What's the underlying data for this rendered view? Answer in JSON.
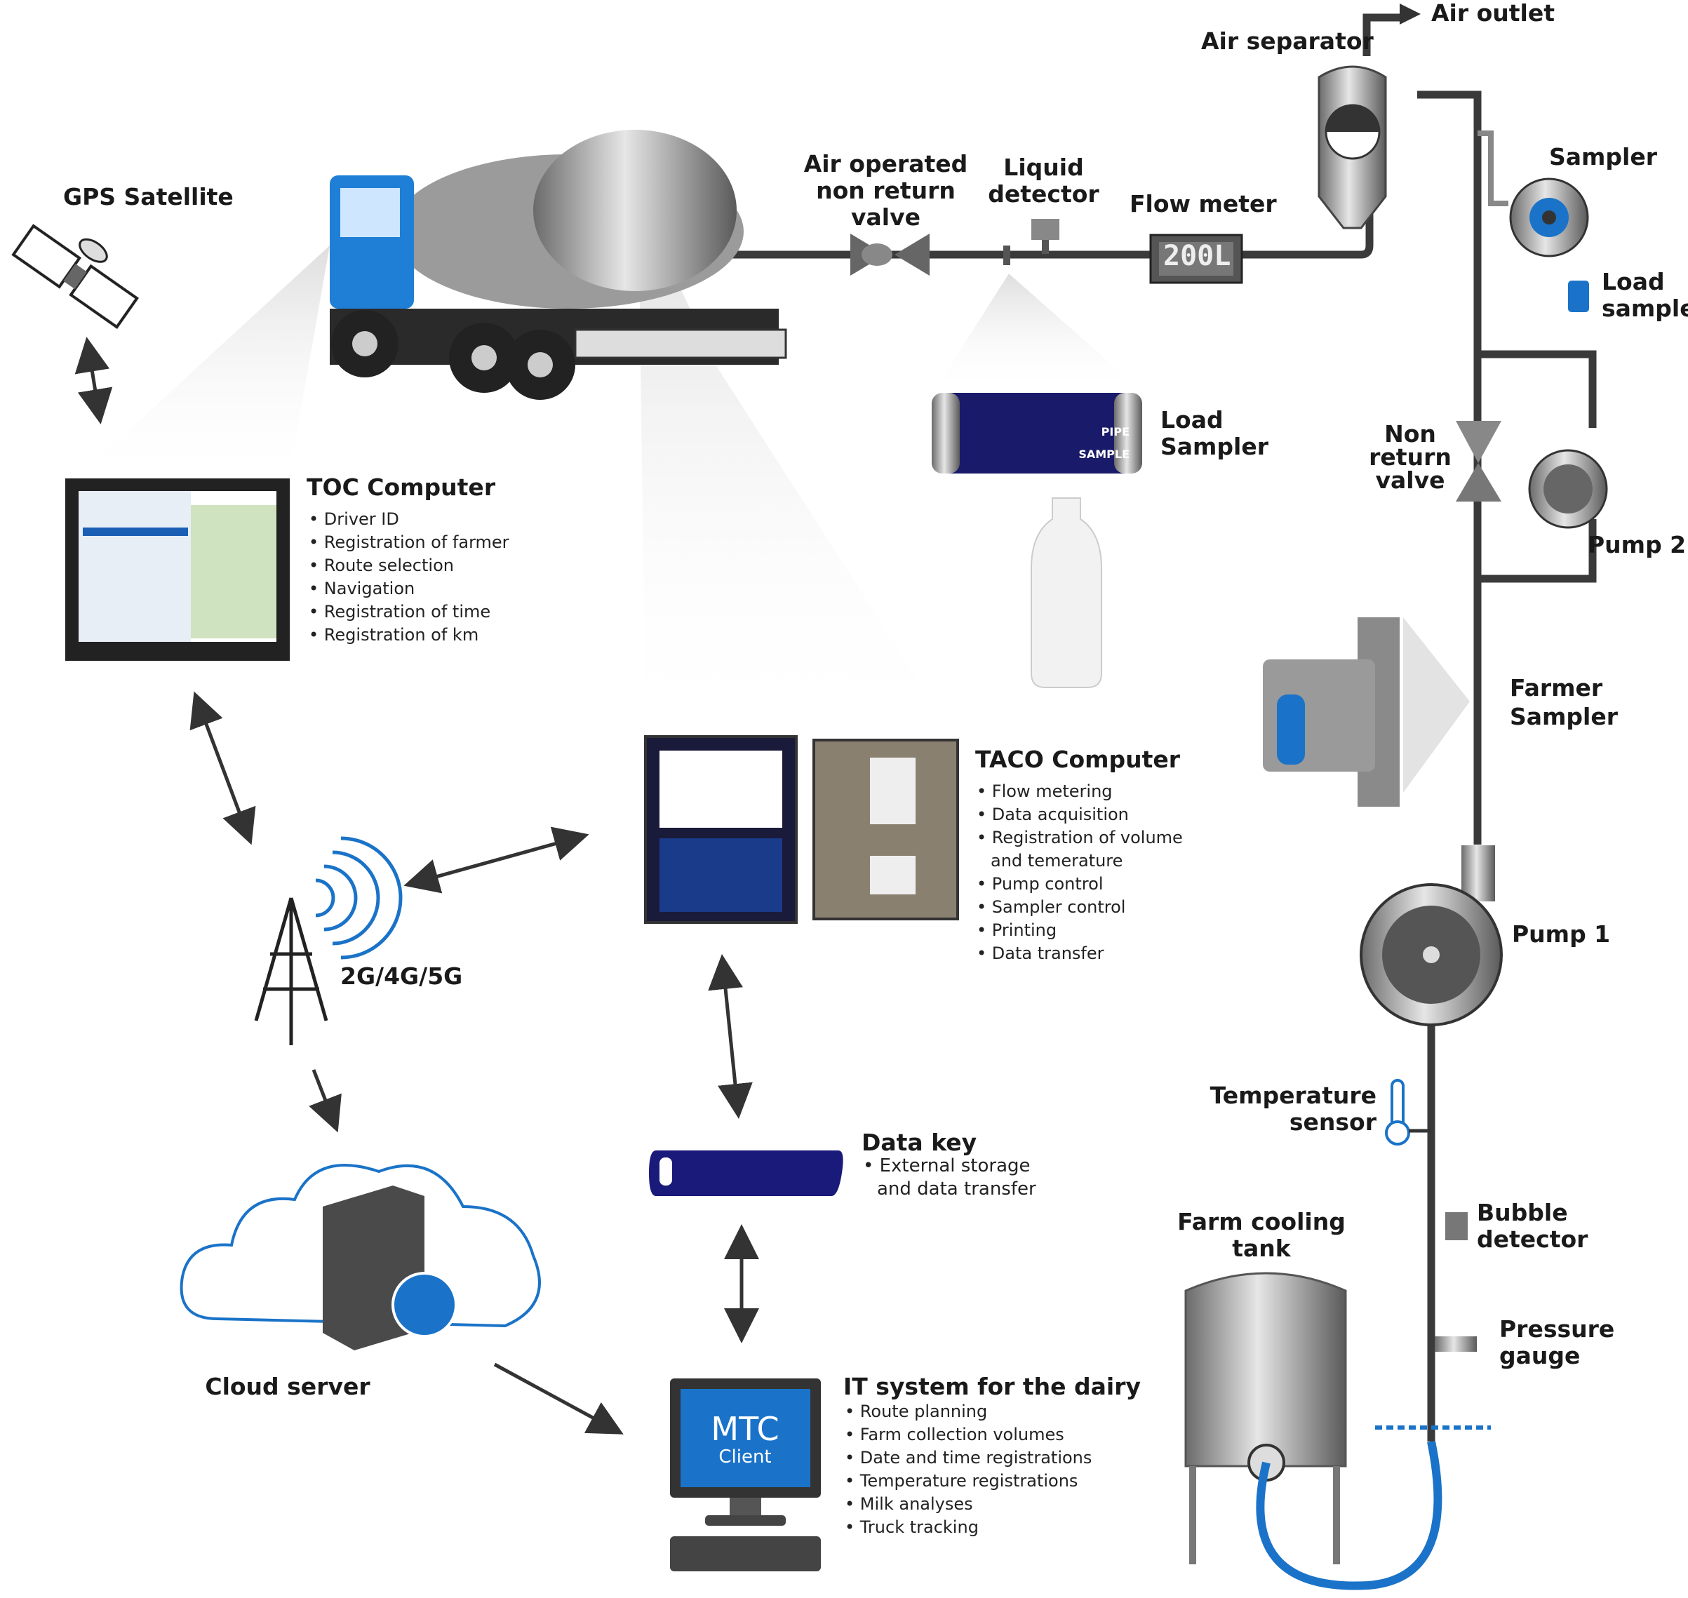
{
  "labels": {
    "air_outlet": "Air outlet",
    "air_separator": "Air separator",
    "gps_satellite": "GPS Satellite",
    "air_valve": [
      "Air operated",
      "non return",
      "valve"
    ],
    "liquid_detector": [
      "Liquid",
      "detector"
    ],
    "flow_meter": "Flow meter",
    "flow_meter_display": "200L",
    "sampler": "Sampler",
    "load_sample": [
      "Load",
      "sample"
    ],
    "load_sampler": [
      "Load",
      "Sampler"
    ],
    "load_sampler_device": [
      "PIPE",
      "SAMPLE"
    ],
    "non_return_valve": [
      "Non",
      "return",
      "valve"
    ],
    "pump2": "Pump 2",
    "farmer_sampler": [
      "Farmer",
      "Sampler"
    ],
    "pump1": "Pump 1",
    "network": "2G/4G/5G",
    "temperature_sensor": [
      "Temperature",
      "sensor"
    ],
    "bubble_detector": [
      "Bubble",
      "detector"
    ],
    "farm_cooling_tank": [
      "Farm cooling",
      "tank"
    ],
    "pressure_gauge": [
      "Pressure",
      "gauge"
    ],
    "cloud_server": "Cloud server"
  },
  "toc": {
    "title": "TOC Computer",
    "items": [
      "Driver ID",
      "Registration of farmer",
      "Route selection",
      "Navigation",
      "Registration of time",
      "Registration of km"
    ]
  },
  "taco": {
    "title": "TACO Computer",
    "items": [
      "Flow metering",
      "Data acquisition",
      "Registration of volume",
      "and temerature",
      "Pump control",
      "Sampler control",
      "Printing",
      "Data transfer"
    ]
  },
  "data_key": {
    "title": "Data key",
    "items": [
      "External storage",
      "and data transfer"
    ]
  },
  "it_system": {
    "title": "IT system for the dairy",
    "items": [
      "Route planning",
      "Farm collection volumes",
      "Date and time registrations",
      "Temperature registrations",
      "Milk analyses",
      "Truck tracking"
    ],
    "screen": [
      "MTC",
      "Client"
    ]
  },
  "colors": {
    "pipe": "#3a3a3a",
    "accent_blue": "#1a73c8",
    "navy": "#1a1a7a",
    "metal": "#9a9a9a"
  }
}
